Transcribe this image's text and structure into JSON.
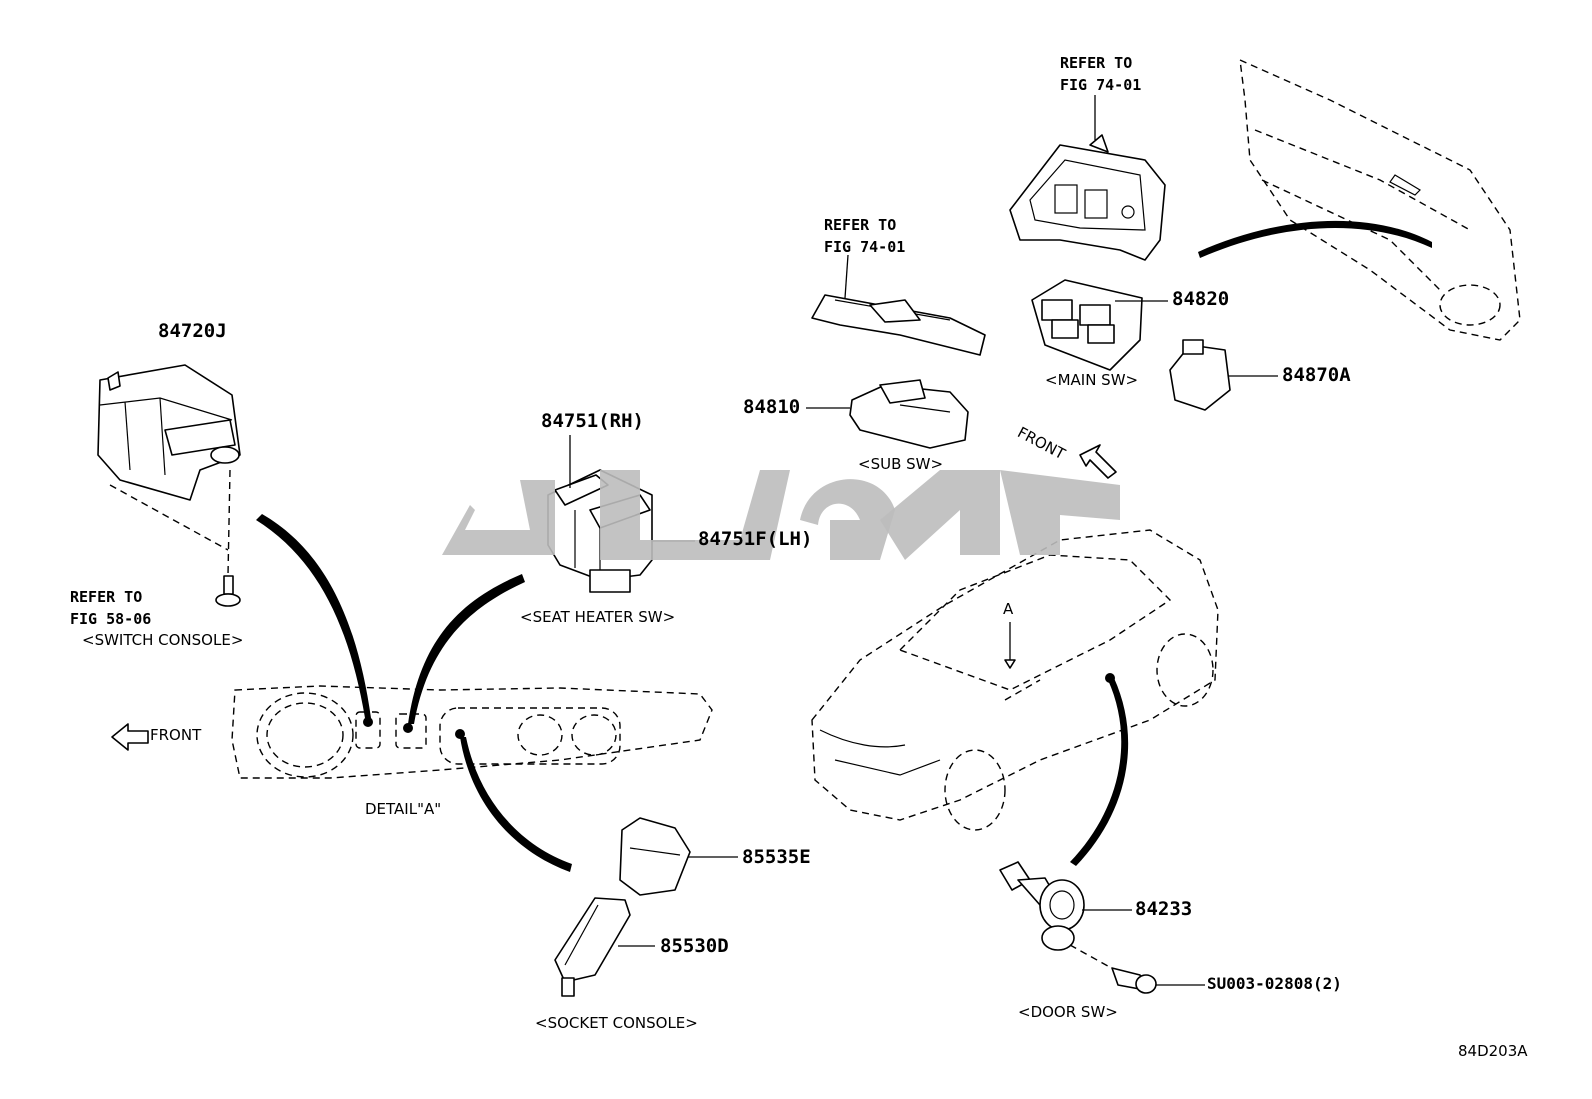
{
  "parts": {
    "p84720J": "84720J",
    "p84751RH": "84751(RH)",
    "p84751FLH": "84751F(LH)",
    "p84810": "84810",
    "p84820": "84820",
    "p84870A": "84870A",
    "p85535E": "85535E",
    "p85530D": "85530D",
    "p84233": "84233",
    "pSU003": "SU003-02808(2)"
  },
  "refs": {
    "ref_7401_top": "REFER TO\nFIG 74-01",
    "ref_7401_mid": "REFER TO\nFIG 74-01",
    "ref_5806": "REFER TO\nFIG 58-06"
  },
  "captions": {
    "switch_console": "<SWITCH CONSOLE>",
    "seat_heater_sw": "<SEAT HEATER SW>",
    "sub_sw": "<SUB SW>",
    "main_sw": "<MAIN SW>",
    "socket_console": "<SOCKET CONSOLE>",
    "door_sw": "<DOOR SW>",
    "detail_a": "DETAIL\"A\"",
    "front_left": "FRONT",
    "front_car": "FRONT",
    "arrow_a": "A"
  },
  "figure_code": "84D203A",
  "icons": [
    "front-arrow-icon",
    "watermark-logo"
  ]
}
